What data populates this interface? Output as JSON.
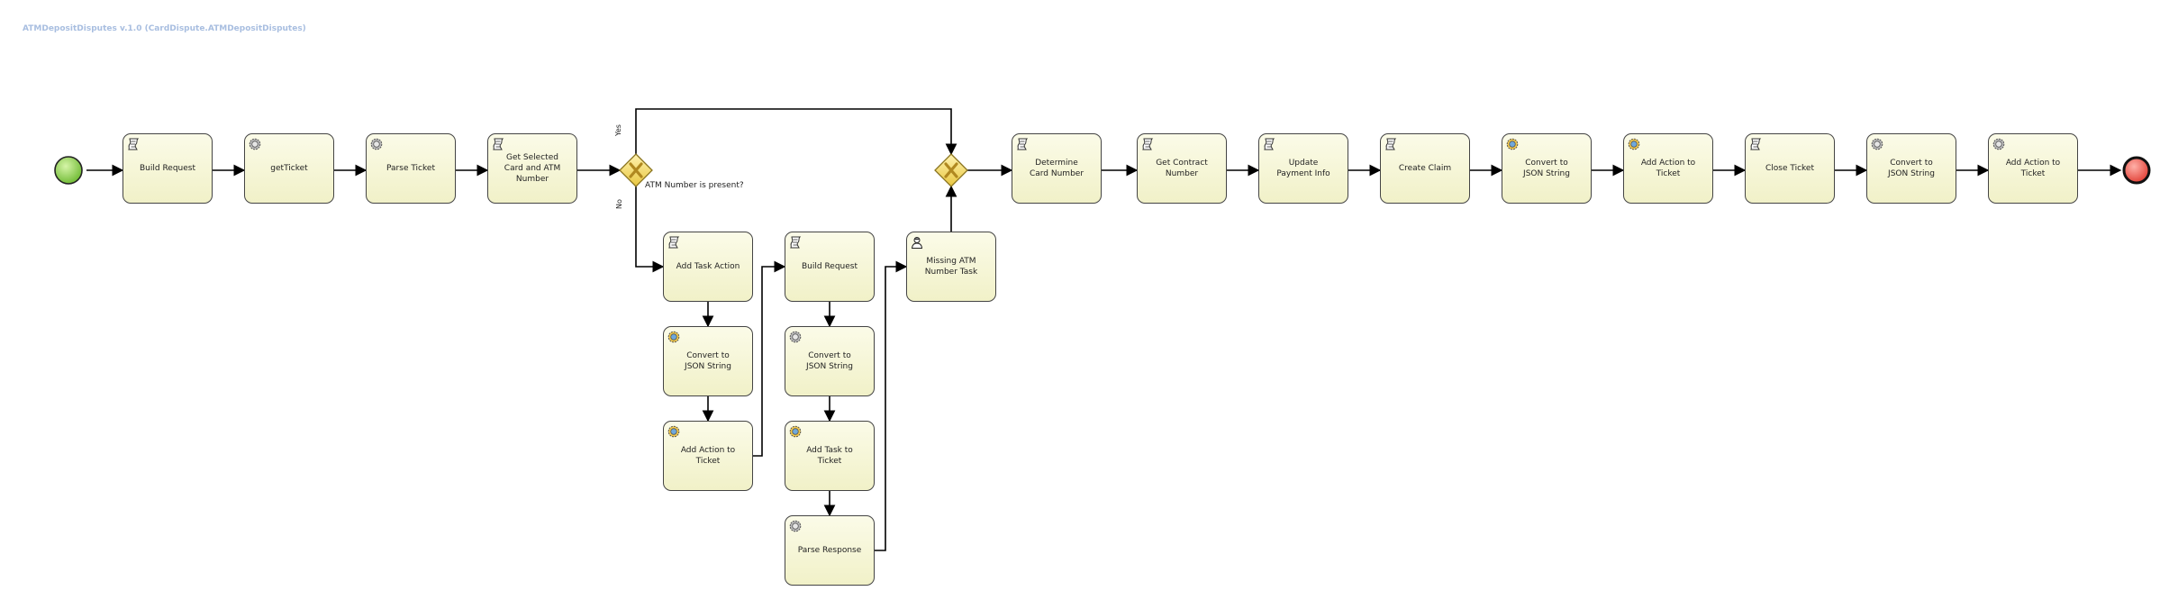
{
  "diagram": {
    "title": "ATMDepositDisputes v.1.0 (CardDispute.ATMDepositDisputes)"
  },
  "tasks": [
    {
      "id": "t1",
      "kind": "script",
      "label": "Build Request"
    },
    {
      "id": "t2",
      "kind": "service",
      "label": "getTicket"
    },
    {
      "id": "t3",
      "kind": "service",
      "label": "Parse Ticket"
    },
    {
      "id": "t4",
      "kind": "script",
      "label": "Get Selected\nCard and ATM\nNumber"
    },
    {
      "id": "t5",
      "kind": "script",
      "label": "Determine\nCard Number"
    },
    {
      "id": "t6",
      "kind": "script",
      "label": "Get Contract\nNumber"
    },
    {
      "id": "t7",
      "kind": "script",
      "label": "Update\nPayment Info"
    },
    {
      "id": "t8",
      "kind": "script",
      "label": "Create Claim"
    },
    {
      "id": "t9",
      "kind": "service-color",
      "label": "Convert to\nJSON String"
    },
    {
      "id": "t10",
      "kind": "service-color",
      "label": "Add Action to\nTicket"
    },
    {
      "id": "t11",
      "kind": "script",
      "label": "Close Ticket"
    },
    {
      "id": "t12",
      "kind": "service",
      "label": "Convert to\nJSON String"
    },
    {
      "id": "t13",
      "kind": "service",
      "label": "Add Action to\nTicket"
    },
    {
      "id": "t14",
      "kind": "script",
      "label": "Add Task Action"
    },
    {
      "id": "t15",
      "kind": "service-color",
      "label": "Convert to\nJSON String"
    },
    {
      "id": "t16",
      "kind": "service-color",
      "label": "Add Action to\nTicket"
    },
    {
      "id": "t17",
      "kind": "script",
      "label": "Build Request"
    },
    {
      "id": "t18",
      "kind": "service",
      "label": "Convert to\nJSON String"
    },
    {
      "id": "t19",
      "kind": "service-color",
      "label": "Add Task to\nTicket"
    },
    {
      "id": "t20",
      "kind": "service",
      "label": "Parse Response"
    },
    {
      "id": "t21",
      "kind": "user",
      "label": "Missing ATM\nNumber Task"
    }
  ],
  "gateways": {
    "split_label": "ATM Number is present?",
    "yes_label": "Yes",
    "no_label": "No"
  },
  "colors": {
    "task_fill": "#f6f6d6",
    "task_border": "#444444",
    "gateway_fill": "#f5e17a",
    "start_fill": "#8fd14f",
    "end_fill": "#ee5555",
    "title_color": "#a8bee0"
  }
}
